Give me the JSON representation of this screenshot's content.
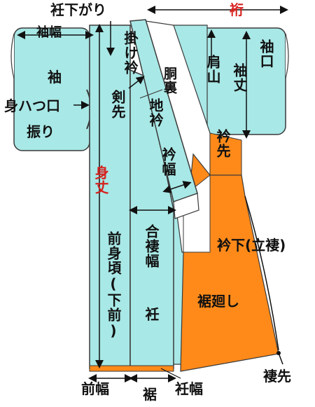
{
  "colors": {
    "body": "#a8e8e6",
    "sleeve": "#a8e8e6",
    "lining": "#ff8a1a",
    "outline": "#3a3a3a",
    "text": "#111111",
    "highlight": "#d6211d"
  },
  "labels": {
    "okumi_sagari": "衽下がり",
    "yuki": "裄",
    "sode_haba": "袖幅",
    "kake_eri": "掛け衿",
    "dou_ura": "胴裏",
    "kata_yama": "肩山",
    "sode_take": "袖丈",
    "sode_guchi": "袖口",
    "sode": "袖",
    "mi_yatsuguchi": "身ハつ口",
    "furi": "振り",
    "ken_saki": "剣先",
    "ji_eri": "地衿",
    "eri_haba": "衿幅",
    "eri_saki": "衿先",
    "mi_take": "身丈",
    "ai_tsuma_haba": "合褄幅",
    "okumi": "衽",
    "mae_migoro": "前身頃(下前)",
    "eri_shita": "衿下(立褄)",
    "suso_mawashi": "裾廻し",
    "tsuma_saki": "褄先",
    "mae_haba": "前幅",
    "suso": "裾",
    "okumi_haba": "衽幅"
  }
}
